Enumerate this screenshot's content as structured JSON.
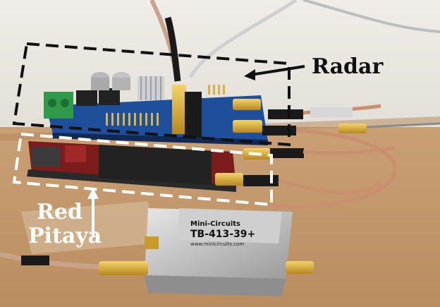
{
  "labels": {
    "radar": "Radar",
    "red_pitaya_line1": "Red",
    "red_pitaya_line2": "Pitaya"
  },
  "device_markings": {
    "brand": "Mini-Circuits",
    "model": "TB-413-39+",
    "website": "www.minicircuits.com"
  },
  "colors": {
    "board_blue": "#1f4f9a",
    "board_red": "#8a1f1f",
    "wood": "#c69a6b",
    "wall": "#ece8e2",
    "callout_black": "#111111",
    "callout_white": "#ffffff"
  }
}
